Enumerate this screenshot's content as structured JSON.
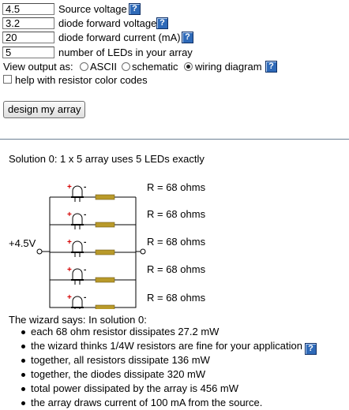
{
  "form": {
    "source_voltage": {
      "value": "4.5",
      "label": "Source voltage"
    },
    "diode_forward_voltage": {
      "value": "3.2",
      "label": "diode forward voltage"
    },
    "diode_forward_current": {
      "value": "20",
      "label": "diode forward current (mA)"
    },
    "led_count": {
      "value": "5",
      "label": "number of LEDs in your array"
    },
    "view_output": {
      "label": "View output as:",
      "options": [
        "ASCII",
        "schematic",
        "wiring diagram"
      ],
      "selected": "wiring diagram"
    },
    "color_codes_label": "help with resistor color codes",
    "help_icon_glyph": "?",
    "design_button_label": "design my array"
  },
  "solution": {
    "title": "Solution 0: 1 x 5 array uses 5 LEDs exactly",
    "supply_label": "+4.5V",
    "polarity_plus": "+",
    "polarity_minus": "-",
    "resistor_labels": [
      "R = 68 ohms",
      "R = 68 ohms",
      "R = 68 ohms",
      "R = 68 ohms",
      "R = 68 ohms"
    ]
  },
  "wizard": {
    "intro": "The wizard says: In solution 0:",
    "items": [
      "each 68 ohm resistor dissipates 27.2 mW",
      "the wizard thinks 1/4W resistors are fine for your application",
      "together, all resistors dissipate 136 mW",
      "together, the diodes dissipate 320 mW",
      "total power dissipated by the array is 456 mW",
      "the array draws current of 100 mA from the source."
    ]
  },
  "colors": {
    "help_icon": "#2f6ab8",
    "resistor": "#b99a2a",
    "led_plus": "#d40000",
    "divider": "#6b7f94"
  }
}
